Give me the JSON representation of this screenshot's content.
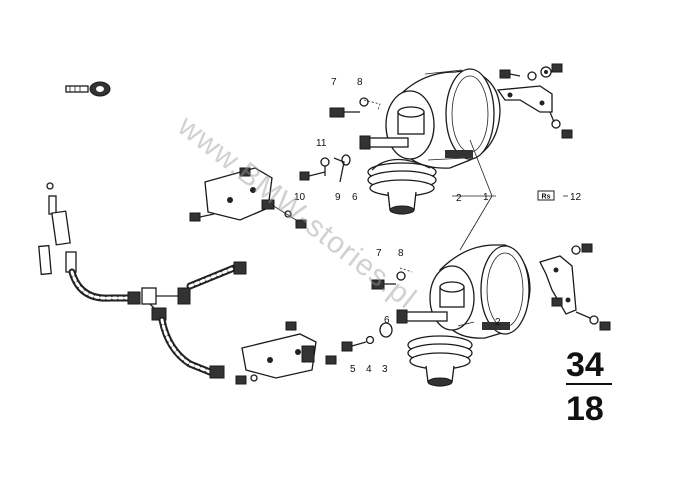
{
  "diagram": {
    "callouts": {
      "c1": "1",
      "c2a": "2",
      "c2b": "2",
      "c3": "3",
      "c4": "4",
      "c5": "5",
      "c6a": "6",
      "c6b": "6",
      "c7a": "7",
      "c7b": "7",
      "c8a": "8",
      "c8b": "8",
      "c9": "9",
      "c10": "10",
      "c11": "11",
      "c12": "12"
    },
    "ref_tag": "Rs",
    "group_number": "34",
    "sub_number": "18"
  },
  "watermark": "www.BMW-stories.pl",
  "icons": [
    "wrench-key-icon",
    "brake-booster-drawing"
  ]
}
